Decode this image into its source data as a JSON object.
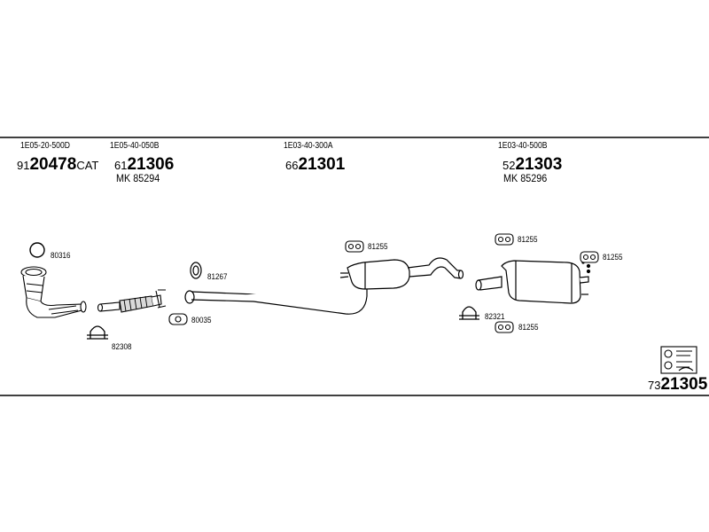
{
  "groups": [
    {
      "code": "1E05-20-500D",
      "pn_prefix": "91",
      "pn_bold": "20478",
      "pn_suffix": "CAT",
      "mk": ""
    },
    {
      "code": "1E05-40-050B",
      "pn_prefix": "61",
      "pn_bold": "21306",
      "pn_suffix": "",
      "mk": "MK  85294"
    },
    {
      "code": "1E03-40-300A",
      "pn_prefix": "66",
      "pn_bold": "21301",
      "pn_suffix": "",
      "mk": ""
    },
    {
      "code": "1E03-40-500B",
      "pn_prefix": "52",
      "pn_bold": "21303",
      "pn_suffix": "",
      "mk": "MK  85296"
    }
  ],
  "callouts": [
    "80316",
    "82308",
    "81267",
    "80035",
    "81255",
    "82321",
    "81255",
    "81255",
    "81255"
  ],
  "kit": {
    "pn_prefix": "73",
    "pn_bold": "21305"
  }
}
